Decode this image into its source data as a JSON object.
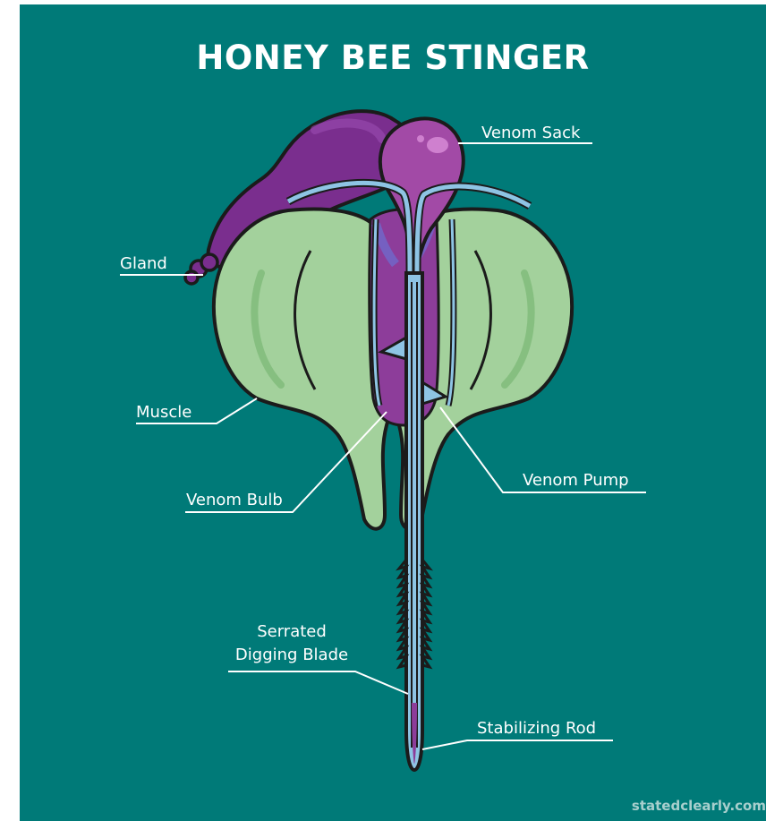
{
  "title": "HONEY BEE STINGER",
  "labels": {
    "venom_sack": "Venom Sack",
    "gland": "Gland",
    "muscle": "Muscle",
    "venom_pump": "Venom Pump",
    "venom_bulb": "Venom Bulb",
    "serrated_line1": "Serrated",
    "serrated_line2": "Digging Blade",
    "stabilizing_rod": "Stabilizing Rod"
  },
  "credit": "statedclearly.com",
  "colors": {
    "background": "#007a78",
    "muscle_green": "#a3d19c",
    "gland_purple": "#7a2e8e",
    "sack_purple": "#a24aa6",
    "bulb_purple": "#8d3d9a",
    "duct_blue": "#8ec4e4",
    "outline": "#1b1b1b"
  }
}
